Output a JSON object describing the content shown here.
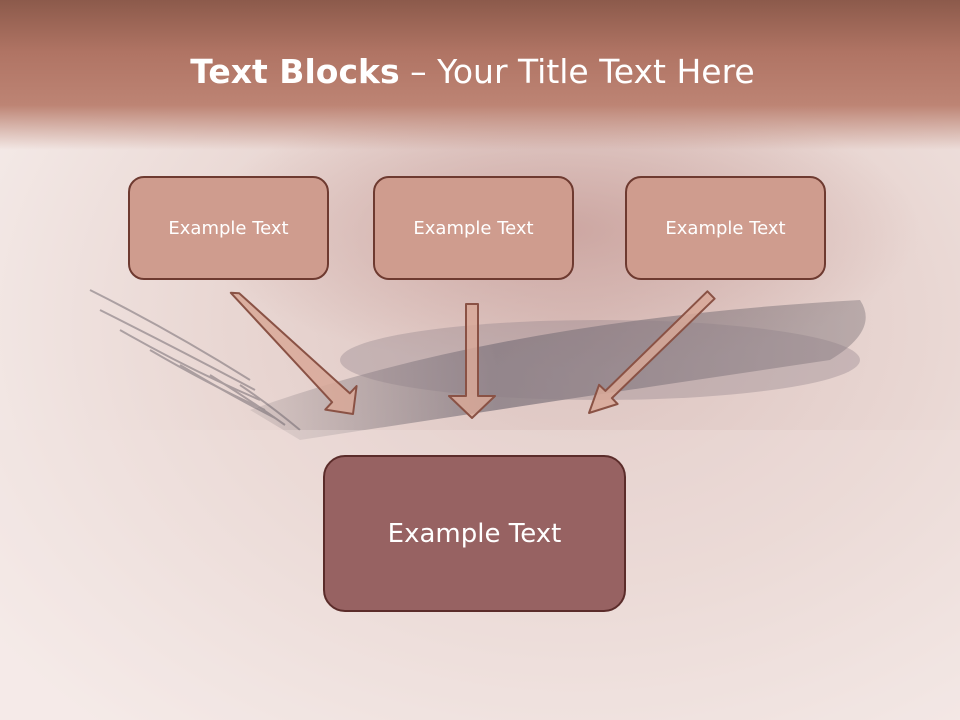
{
  "title": {
    "bold_part": "Text Blocks",
    "separator": " – ",
    "rest": "Your Title Text Here"
  },
  "boxes": {
    "top_left": "Example Text",
    "top_center": "Example Text",
    "top_right": "Example Text",
    "main": "Example Text"
  },
  "colors": {
    "title_band": "#b07464",
    "small_box_fill": "#cf9c8e",
    "main_box_fill": "#976262",
    "box_border": "#6e3a30",
    "arrow_fill": "#d8a898",
    "arrow_stroke": "#8a5245"
  },
  "icons": {
    "arrow_left": "diagonal-arrow-down-right",
    "arrow_center": "arrow-down",
    "arrow_right": "diagonal-arrow-down-left"
  }
}
